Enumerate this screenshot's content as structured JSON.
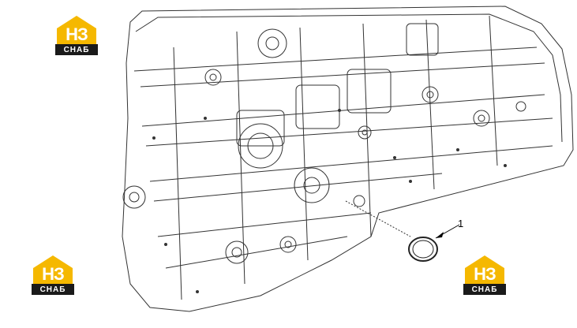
{
  "logo": {
    "mark": "НЗ",
    "word": "СНАБ",
    "color_yellow": "#f5b800",
    "color_dark": "#1a1a1a"
  },
  "callouts": [
    {
      "label": "1"
    }
  ],
  "colors": {
    "line": "#333333",
    "background": "#ffffff"
  }
}
